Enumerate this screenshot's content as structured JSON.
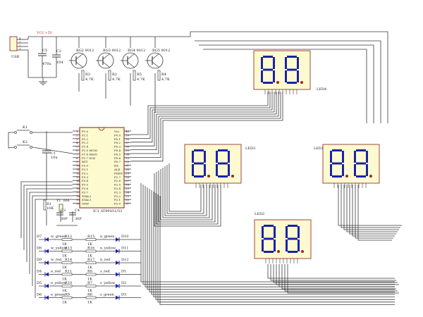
{
  "usb": {
    "label": "USB",
    "pins": [
      "4",
      "3",
      "2",
      "1"
    ]
  },
  "power": {
    "label": "VCC+5V"
  },
  "caps": {
    "c5": {
      "ref": "C5",
      "value": "470u"
    },
    "c2": {
      "ref": "C2",
      "value": "104"
    },
    "c1": {
      "ref": "C1",
      "value": "10u"
    },
    "c3": {
      "ref": "C3",
      "value": "30P"
    },
    "c4": {
      "ref": "C4",
      "value": "30P"
    }
  },
  "transistors": [
    {
      "ref": "BG2 9012",
      "res_ref": "R3",
      "res_val": "4.7K"
    },
    {
      "ref": "BG3 9012",
      "res_ref": "R2",
      "res_val": "4.7K"
    },
    {
      "ref": "BG4 9012",
      "res_ref": "R5",
      "res_val": "4.7K"
    },
    {
      "ref": "BG5 9012",
      "res_ref": "R4",
      "res_val": "4.7K"
    }
  ],
  "switches": {
    "k1": "K1",
    "k2": "K2"
  },
  "crystal": {
    "ref": "Y1",
    "value": "6M"
  },
  "r1": {
    "ref": "R1",
    "value": "10K"
  },
  "ic": {
    "label": "IC1 AT89S51/52",
    "left_pins": [
      "P1.0",
      "P1.1",
      "P1.2",
      "P1.3",
      "P1.4",
      "P1.5 MOSI",
      "P1.6 MISO",
      "P1.7 SCK",
      "RST",
      "P3.0",
      "P3.1",
      "P3.2",
      "P3.3",
      "P3.4",
      "P3.5",
      "P3.6",
      "P3.7",
      "XTAL2",
      "XTAL1",
      "GND"
    ],
    "right_pins": [
      "Vcc",
      "P0.0",
      "P0.1",
      "P0.2",
      "P0.3",
      "P0.4",
      "P0.5",
      "P0.6",
      "P0.7",
      "EA",
      "ALE",
      "PSEN",
      "P2.7",
      "P2.6",
      "P2.5",
      "P2.4",
      "P2.3",
      "P2.2",
      "P2.1",
      "P2.0"
    ],
    "left_nums": [
      "1",
      "2",
      "3",
      "4",
      "5",
      "6",
      "7",
      "8",
      "9",
      "10",
      "11",
      "12",
      "13",
      "14",
      "15",
      "16",
      "17",
      "18",
      "19",
      "20"
    ],
    "right_nums": [
      "40",
      "39",
      "38",
      "37",
      "36",
      "35",
      "34",
      "33",
      "32",
      "31",
      "30",
      "29",
      "28",
      "27",
      "26",
      "25",
      "24",
      "23",
      "22",
      "21"
    ]
  },
  "displays": [
    {
      "id": "led4",
      "label": "LED4"
    },
    {
      "id": "led3",
      "label": "LED3"
    },
    {
      "id": "led1",
      "label": "LED1"
    },
    {
      "id": "led2",
      "label": "LED2"
    }
  ],
  "leds_left": [
    {
      "ref": "D7",
      "color": "w_green",
      "res": "R12",
      "rval": "1K"
    },
    {
      "ref": "D8",
      "color": "w_yellow",
      "res": "R13",
      "rval": "1K"
    },
    {
      "ref": "D9",
      "color": "w_red",
      "res": "R14",
      "rval": "1K"
    },
    {
      "ref": "D4",
      "color": "e_red",
      "res": "R11",
      "rval": "1K"
    },
    {
      "ref": "D5",
      "color": "e_yellow",
      "res": "R10",
      "rval": "1K"
    },
    {
      "ref": "D6",
      "color": "e_green",
      "res": "R9",
      "rval": "1K"
    }
  ],
  "leds_right": [
    {
      "ref": "D10",
      "color": "n_green",
      "res": "R15",
      "rval": "1K"
    },
    {
      "ref": "D11",
      "color": "n_yellow",
      "res": "R16",
      "rval": "1K"
    },
    {
      "ref": "D12",
      "color": "n_red",
      "res": "R17",
      "rval": "1K"
    },
    {
      "ref": "D1",
      "color": "s_red",
      "res": "R8",
      "rval": "1K"
    },
    {
      "ref": "D2",
      "color": "s_yellow",
      "res": "R7",
      "rval": "1K"
    },
    {
      "ref": "D3",
      "color": "s_green",
      "res": "R6",
      "rval": "1K"
    }
  ],
  "colors": {
    "wire": "#3a3a3a",
    "ic_border": "#8b1a1a",
    "display_bg": "#fdfad0",
    "segment": "#1a22a8",
    "led": "#1a22a8",
    "power_red": "#c0392b"
  }
}
